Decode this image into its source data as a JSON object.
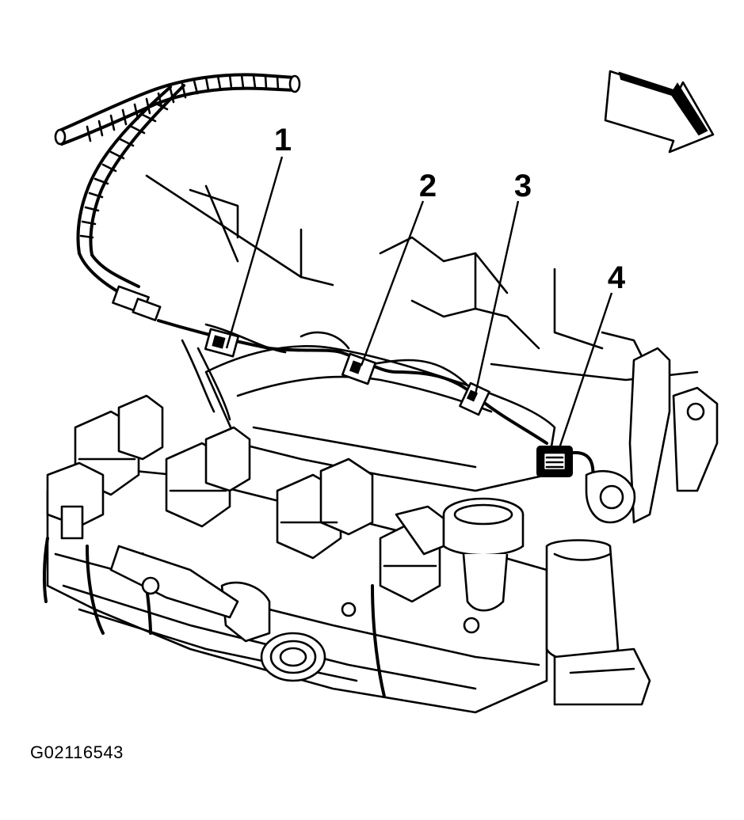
{
  "figure": {
    "code": "G02116543"
  },
  "callouts": [
    {
      "number": "1"
    },
    {
      "number": "2"
    },
    {
      "number": "3"
    },
    {
      "number": "4"
    }
  ],
  "icons": {
    "direction_arrow": "front-direction-arrow-icon"
  },
  "colors": {
    "ink": "#000000",
    "paper": "#ffffff"
  }
}
